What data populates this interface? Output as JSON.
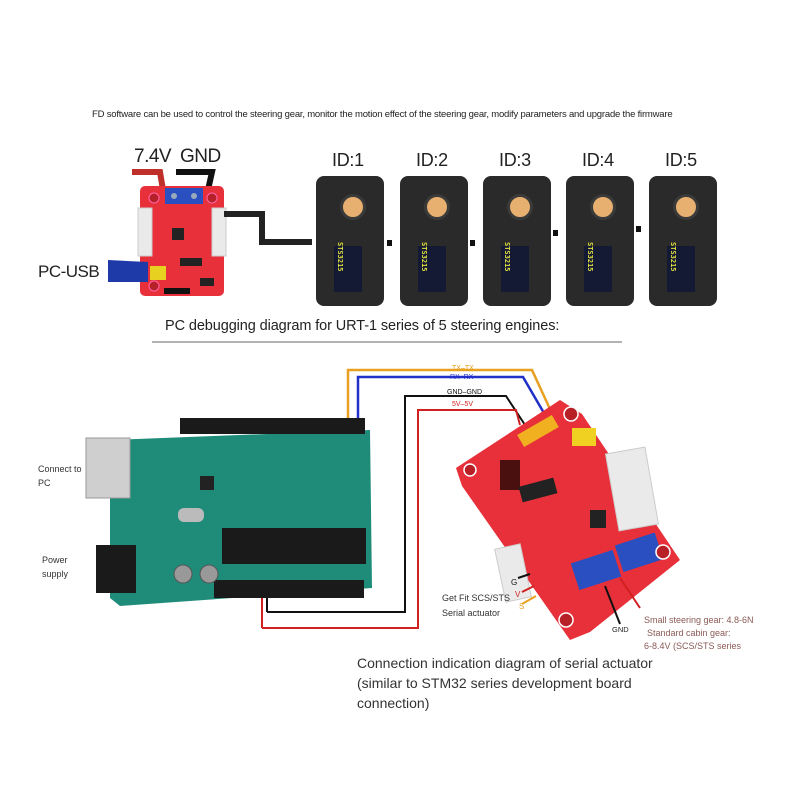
{
  "top_section": {
    "intro_text": "FD software can be used to control the steering gear, monitor the motion effect of the steering gear, modify parameters and upgrade the firmware",
    "power_labels": {
      "positive": "7.4V",
      "ground": "GND"
    },
    "usb_label": "PC-USB",
    "servo_model": "STS3215",
    "servos": [
      {
        "id_label": "ID:1"
      },
      {
        "id_label": "ID:2"
      },
      {
        "id_label": "ID:3"
      },
      {
        "id_label": "ID:4"
      },
      {
        "id_label": "ID:5"
      }
    ],
    "caption": "PC debugging diagram for URT-1 series of 5 steering engines:"
  },
  "bottom_section": {
    "arduino_labels": {
      "usb": "Connect to PC",
      "power": "Power supply"
    },
    "wire_labels": [
      {
        "text": "TX–TX",
        "color": "#e8a020"
      },
      {
        "text": "RX–RX",
        "color": "#2030c8"
      },
      {
        "text": "GND–GND",
        "color": "#111111"
      },
      {
        "text": "5V–5V",
        "color": "#d02020"
      }
    ],
    "servo_pins": {
      "g": "G",
      "v": "V",
      "s": "S"
    },
    "servo_port_note": [
      "Get Fit SCS/STS",
      "Serial actuator"
    ],
    "gnd_label": "GND",
    "power_note": [
      "Small steering gear: 4.8-6N",
      "Standard cabin gear:",
      "6-8.4V (SCS/STS series"
    ],
    "caption": "Connection indication diagram of serial actuator (similar to STM32 series development board connection)"
  },
  "colors": {
    "board_red": "#e8303a",
    "arduino_green": "#1f8c7a",
    "servo_body": "#2a2a2a",
    "terminal_blue": "#2a4fc0"
  }
}
